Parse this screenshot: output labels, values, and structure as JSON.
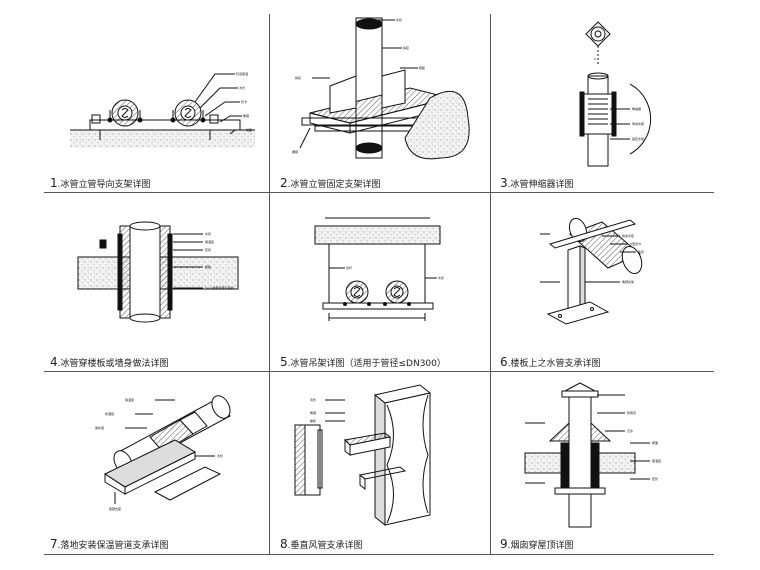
{
  "panels": [
    {
      "num": "1",
      "label": ".冰管立管导向支架详图"
    },
    {
      "num": "2",
      "label": ".冰管立管固定支架详图"
    },
    {
      "num": "3",
      "label": ".冰管伸缩器详图"
    },
    {
      "num": "4",
      "label": ".冰管穿楼板或墙身做法详图"
    },
    {
      "num": "5",
      "label": ".冰管吊架详图（适用于管径≤DN300）"
    },
    {
      "num": "6",
      "label": ".楼板上之水管支承详图"
    },
    {
      "num": "7",
      "label": ".落地安装保温管道支承详图"
    },
    {
      "num": "8",
      "label": ".垂直风管支承详图"
    },
    {
      "num": "9",
      "label": ".烟囱穿屋顶详图"
    }
  ]
}
